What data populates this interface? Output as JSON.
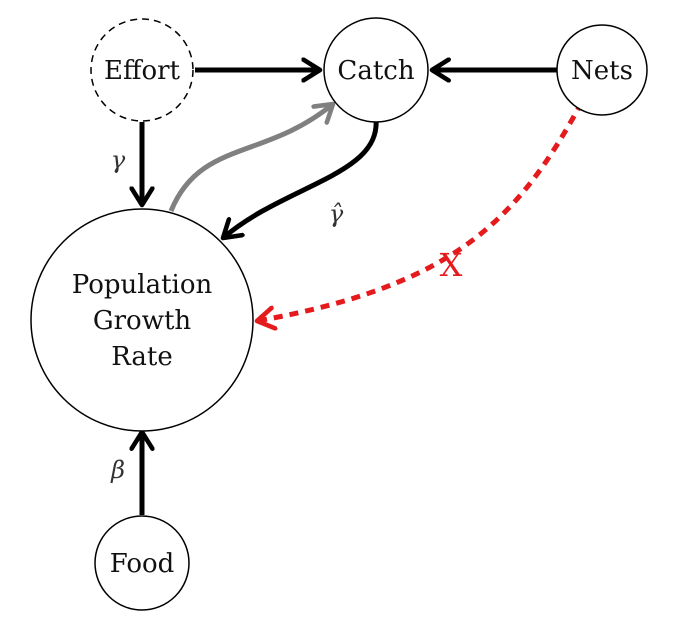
{
  "nodes": {
    "effort": "Effort",
    "catch": "Catch",
    "nets": "Nets",
    "population": [
      "Population",
      "Growth",
      "Rate"
    ],
    "food": "Food"
  },
  "labels": {
    "gamma": "γ",
    "gamma_hat": "γ̂",
    "beta": "β",
    "blocked": "X"
  },
  "colors": {
    "edge": "#000000",
    "gray_edge": "#808080",
    "blocked_edge": "#e41a1c"
  }
}
